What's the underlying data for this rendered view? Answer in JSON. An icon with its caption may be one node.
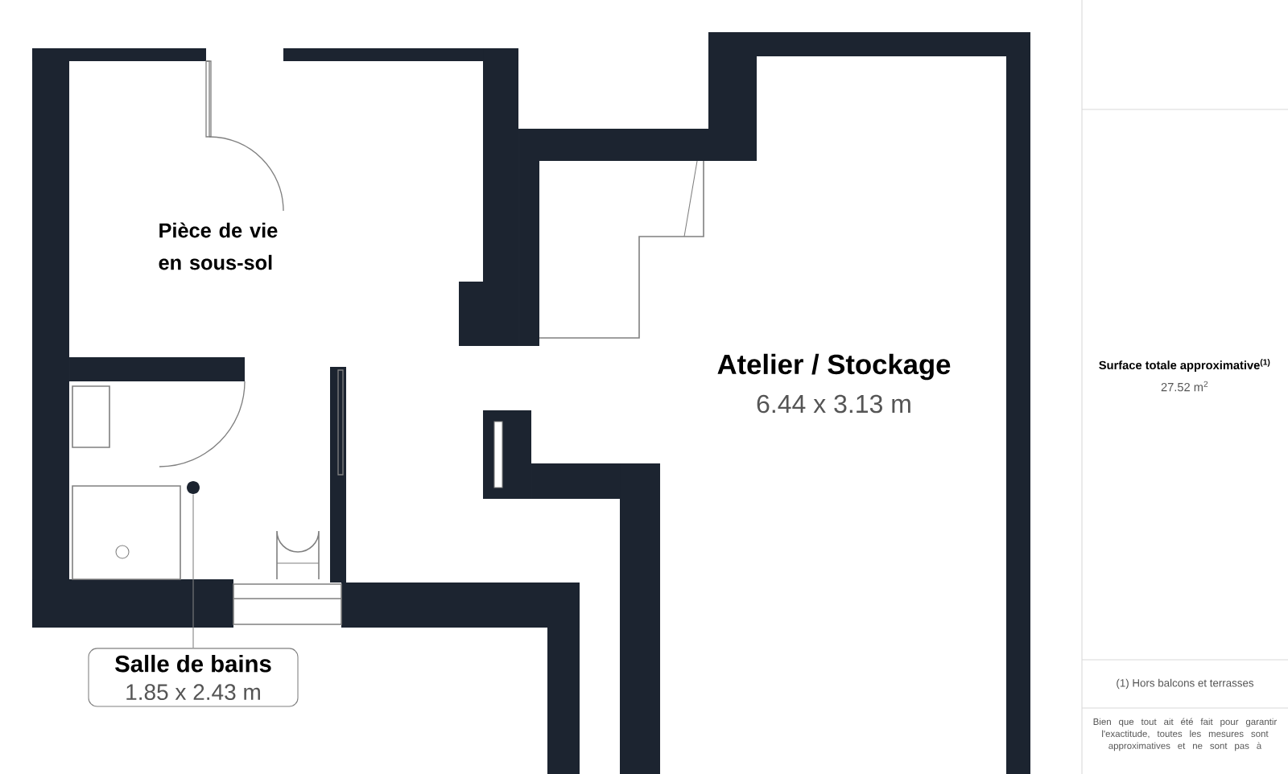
{
  "diagram": {
    "nodes": [
      {
        "text": [
          "Salle de bains",
          "1.85 x 2.43 m"
        ]
      },
      {
        "text": [],
        "shape": "circle"
      }
    ],
    "edges": [
      {
        "from": 0,
        "to": 1,
        "arrow": "none"
      }
    ],
    "labels": [
      "Pièce de vie en sous-sol",
      "Atelier / Stockage",
      "6.44 x 3.13 m",
      "Surface totale approximative$^{(1)}$",
      "27.52 m$^{2}$",
      "(1) Hors balcons et terrasses",
      "Bien que tout ait été fait pour garantir l'exactitude, toutes les mesures sont approximatives et ne sont pas à"
    ]
  }
}
